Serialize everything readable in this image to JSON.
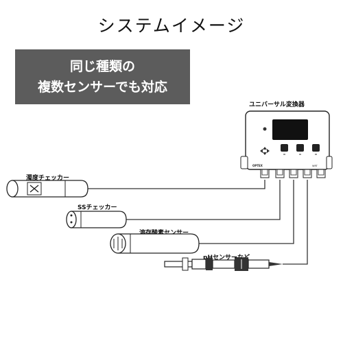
{
  "title": "システムイメージ",
  "banner": {
    "line1": "同じ種類の",
    "line2": "複数センサーでも対応"
  },
  "controller": {
    "label": "ユニバーサル変換器",
    "brand": "OPTEX",
    "model": "WRT"
  },
  "sensors": [
    {
      "label": "濁度チェッカー"
    },
    {
      "label": "SSチェッカー"
    },
    {
      "label": "溶存酸素センサー"
    },
    {
      "label": "pHセンサーなど"
    }
  ]
}
